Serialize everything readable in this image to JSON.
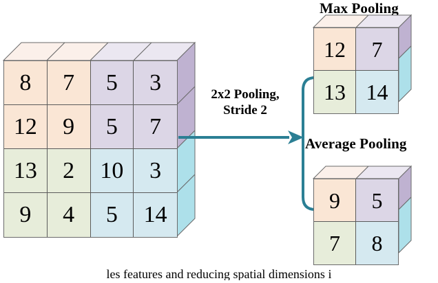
{
  "diagram": {
    "operation_label_line1": "2x2 Pooling,",
    "operation_label_line2": "Stride 2",
    "accent_color": "#2b7f94",
    "input": {
      "name": "input-feature-map",
      "rows": 4,
      "cols": 4,
      "values": [
        [
          "8",
          "7",
          "5",
          "3"
        ],
        [
          "12",
          "9",
          "5",
          "7"
        ],
        [
          "13",
          "2",
          "10",
          "3"
        ],
        [
          "9",
          "4",
          "5",
          "14"
        ]
      ],
      "quadrant_colors": {
        "top_left": "#fae6d5",
        "top_right": "#dcd6e6",
        "bottom_left": "#e7edda",
        "bottom_right": "#d5e9f0"
      }
    },
    "outputs": [
      {
        "name": "max-pooling",
        "title": "Max Pooling",
        "rows": 2,
        "cols": 2,
        "values": [
          [
            "12",
            "7"
          ],
          [
            "13",
            "14"
          ]
        ]
      },
      {
        "name": "average-pooling",
        "title": "Average Pooling",
        "rows": 2,
        "cols": 2,
        "values": [
          [
            "9",
            "5"
          ],
          [
            "7",
            "8"
          ]
        ]
      }
    ]
  },
  "caption": "les features and reducing spatial dimensions i"
}
